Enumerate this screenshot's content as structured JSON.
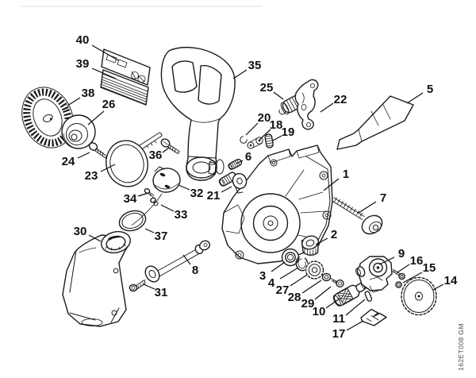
{
  "diagram": {
    "type": "exploded-parts-diagram",
    "background_color": "#ffffff",
    "line_color": "#1b1b1b",
    "watermark": "162ET008 GM",
    "callouts": [
      {
        "number": "1",
        "label": [
          436,
          219
        ],
        "line": [
          427,
          225,
          408,
          240
        ]
      },
      {
        "number": "2",
        "label": [
          421,
          295
        ],
        "line": [
          413,
          300,
          398,
          308
        ]
      },
      {
        "number": "3",
        "label": [
          331,
          347
        ],
        "line": [
          342,
          342,
          359,
          330
        ]
      },
      {
        "number": "4",
        "label": [
          342,
          356
        ],
        "line": [
          353,
          351,
          376,
          337
        ]
      },
      {
        "number": "5",
        "label": [
          542,
          112
        ],
        "line": [
          533,
          117,
          513,
          130
        ]
      },
      {
        "number": "6",
        "label": [
          313,
          197
        ],
        "line": [
          306,
          202,
          298,
          206
        ]
      },
      {
        "number": "7",
        "label": [
          483,
          249
        ],
        "line": [
          474,
          254,
          452,
          268
        ]
      },
      {
        "number": "8",
        "label": [
          246,
          340
        ],
        "line": [
          240,
          333,
          231,
          321
        ]
      },
      {
        "number": "9",
        "label": [
          506,
          319
        ],
        "line": [
          497,
          324,
          478,
          333
        ]
      },
      {
        "number": "10",
        "label": [
          402,
          392
        ],
        "line": [
          411,
          388,
          428,
          376
        ]
      },
      {
        "number": "11",
        "label": [
          427,
          401
        ],
        "line": [
          436,
          397,
          460,
          377
        ]
      },
      {
        "number": "14",
        "label": [
          568,
          353
        ],
        "line": [
          559,
          358,
          546,
          365
        ]
      },
      {
        "number": "15",
        "label": [
          541,
          337
        ],
        "line": [
          532,
          343,
          508,
          356
        ]
      },
      {
        "number": "16",
        "label": [
          525,
          328
        ],
        "line": [
          516,
          333,
          501,
          343
        ]
      },
      {
        "number": "17",
        "label": [
          427,
          420
        ],
        "line": [
          437,
          416,
          458,
          404
        ]
      },
      {
        "number": "18",
        "label": [
          348,
          157
        ],
        "line": [
          341,
          163,
          327,
          176
        ]
      },
      {
        "number": "19",
        "label": [
          363,
          166
        ],
        "line": [
          355,
          171,
          344,
          177
        ]
      },
      {
        "number": "20",
        "label": [
          333,
          148
        ],
        "line": [
          325,
          155,
          310,
          170
        ]
      },
      {
        "number": "21",
        "label": [
          269,
          246
        ],
        "line": [
          279,
          242,
          292,
          235
        ]
      },
      {
        "number": "22",
        "label": [
          429,
          125
        ],
        "line": [
          420,
          130,
          404,
          141
        ]
      },
      {
        "number": "23",
        "label": [
          115,
          221
        ],
        "line": [
          127,
          216,
          145,
          207
        ]
      },
      {
        "number": "24",
        "label": [
          86,
          203
        ],
        "line": [
          98,
          199,
          113,
          192
        ]
      },
      {
        "number": "25",
        "label": [
          336,
          110
        ],
        "line": [
          345,
          116,
          357,
          125
        ]
      },
      {
        "number": "26",
        "label": [
          137,
          131
        ],
        "line": [
          131,
          140,
          111,
          157
        ]
      },
      {
        "number": "27",
        "label": [
          356,
          365
        ],
        "line": [
          366,
          360,
          387,
          346
        ]
      },
      {
        "number": "28",
        "label": [
          371,
          374
        ],
        "line": [
          381,
          369,
          405,
          353
        ]
      },
      {
        "number": "29",
        "label": [
          388,
          382
        ],
        "line": [
          397,
          377,
          417,
          361
        ]
      },
      {
        "number": "30",
        "label": [
          101,
          291
        ],
        "line": [
          112,
          296,
          127,
          304
        ]
      },
      {
        "number": "31",
        "label": [
          203,
          368
        ],
        "line": [
          195,
          364,
          181,
          358
        ]
      },
      {
        "number": "32",
        "label": [
          248,
          243
        ],
        "line": [
          239,
          239,
          225,
          233
        ]
      },
      {
        "number": "33",
        "label": [
          228,
          270
        ],
        "line": [
          219,
          266,
          203,
          258
        ]
      },
      {
        "number": "34",
        "label": [
          164,
          250
        ],
        "line": [
          174,
          247,
          187,
          243
        ]
      },
      {
        "number": "35",
        "label": [
          321,
          82
        ],
        "line": [
          311,
          88,
          294,
          99
        ]
      },
      {
        "number": "36",
        "label": [
          196,
          195
        ],
        "line": [
          205,
          192,
          213,
          186
        ]
      },
      {
        "number": "37",
        "label": [
          203,
          297
        ],
        "line": [
          194,
          293,
          183,
          288
        ]
      },
      {
        "number": "38",
        "label": [
          111,
          117
        ],
        "line": [
          101,
          123,
          85,
          133
        ]
      },
      {
        "number": "39",
        "label": [
          104,
          80
        ],
        "line": [
          116,
          86,
          146,
          99
        ]
      },
      {
        "number": "40",
        "label": [
          104,
          50
        ],
        "line": [
          116,
          57,
          149,
          76
        ]
      }
    ]
  }
}
